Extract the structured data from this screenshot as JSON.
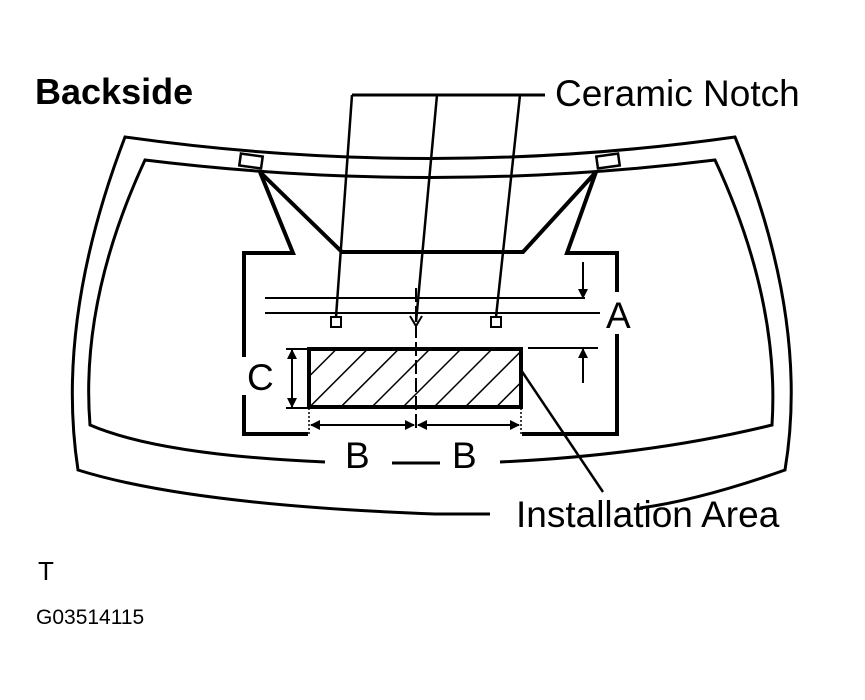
{
  "title": "Backside",
  "labels": {
    "ceramic_notch": "Ceramic Notch",
    "installation_area": "Installation Area"
  },
  "dimensions": {
    "a": "A",
    "b_left": "B",
    "b_right": "B",
    "c": "C"
  },
  "footer": {
    "mark": "T",
    "code": "G03514115"
  }
}
